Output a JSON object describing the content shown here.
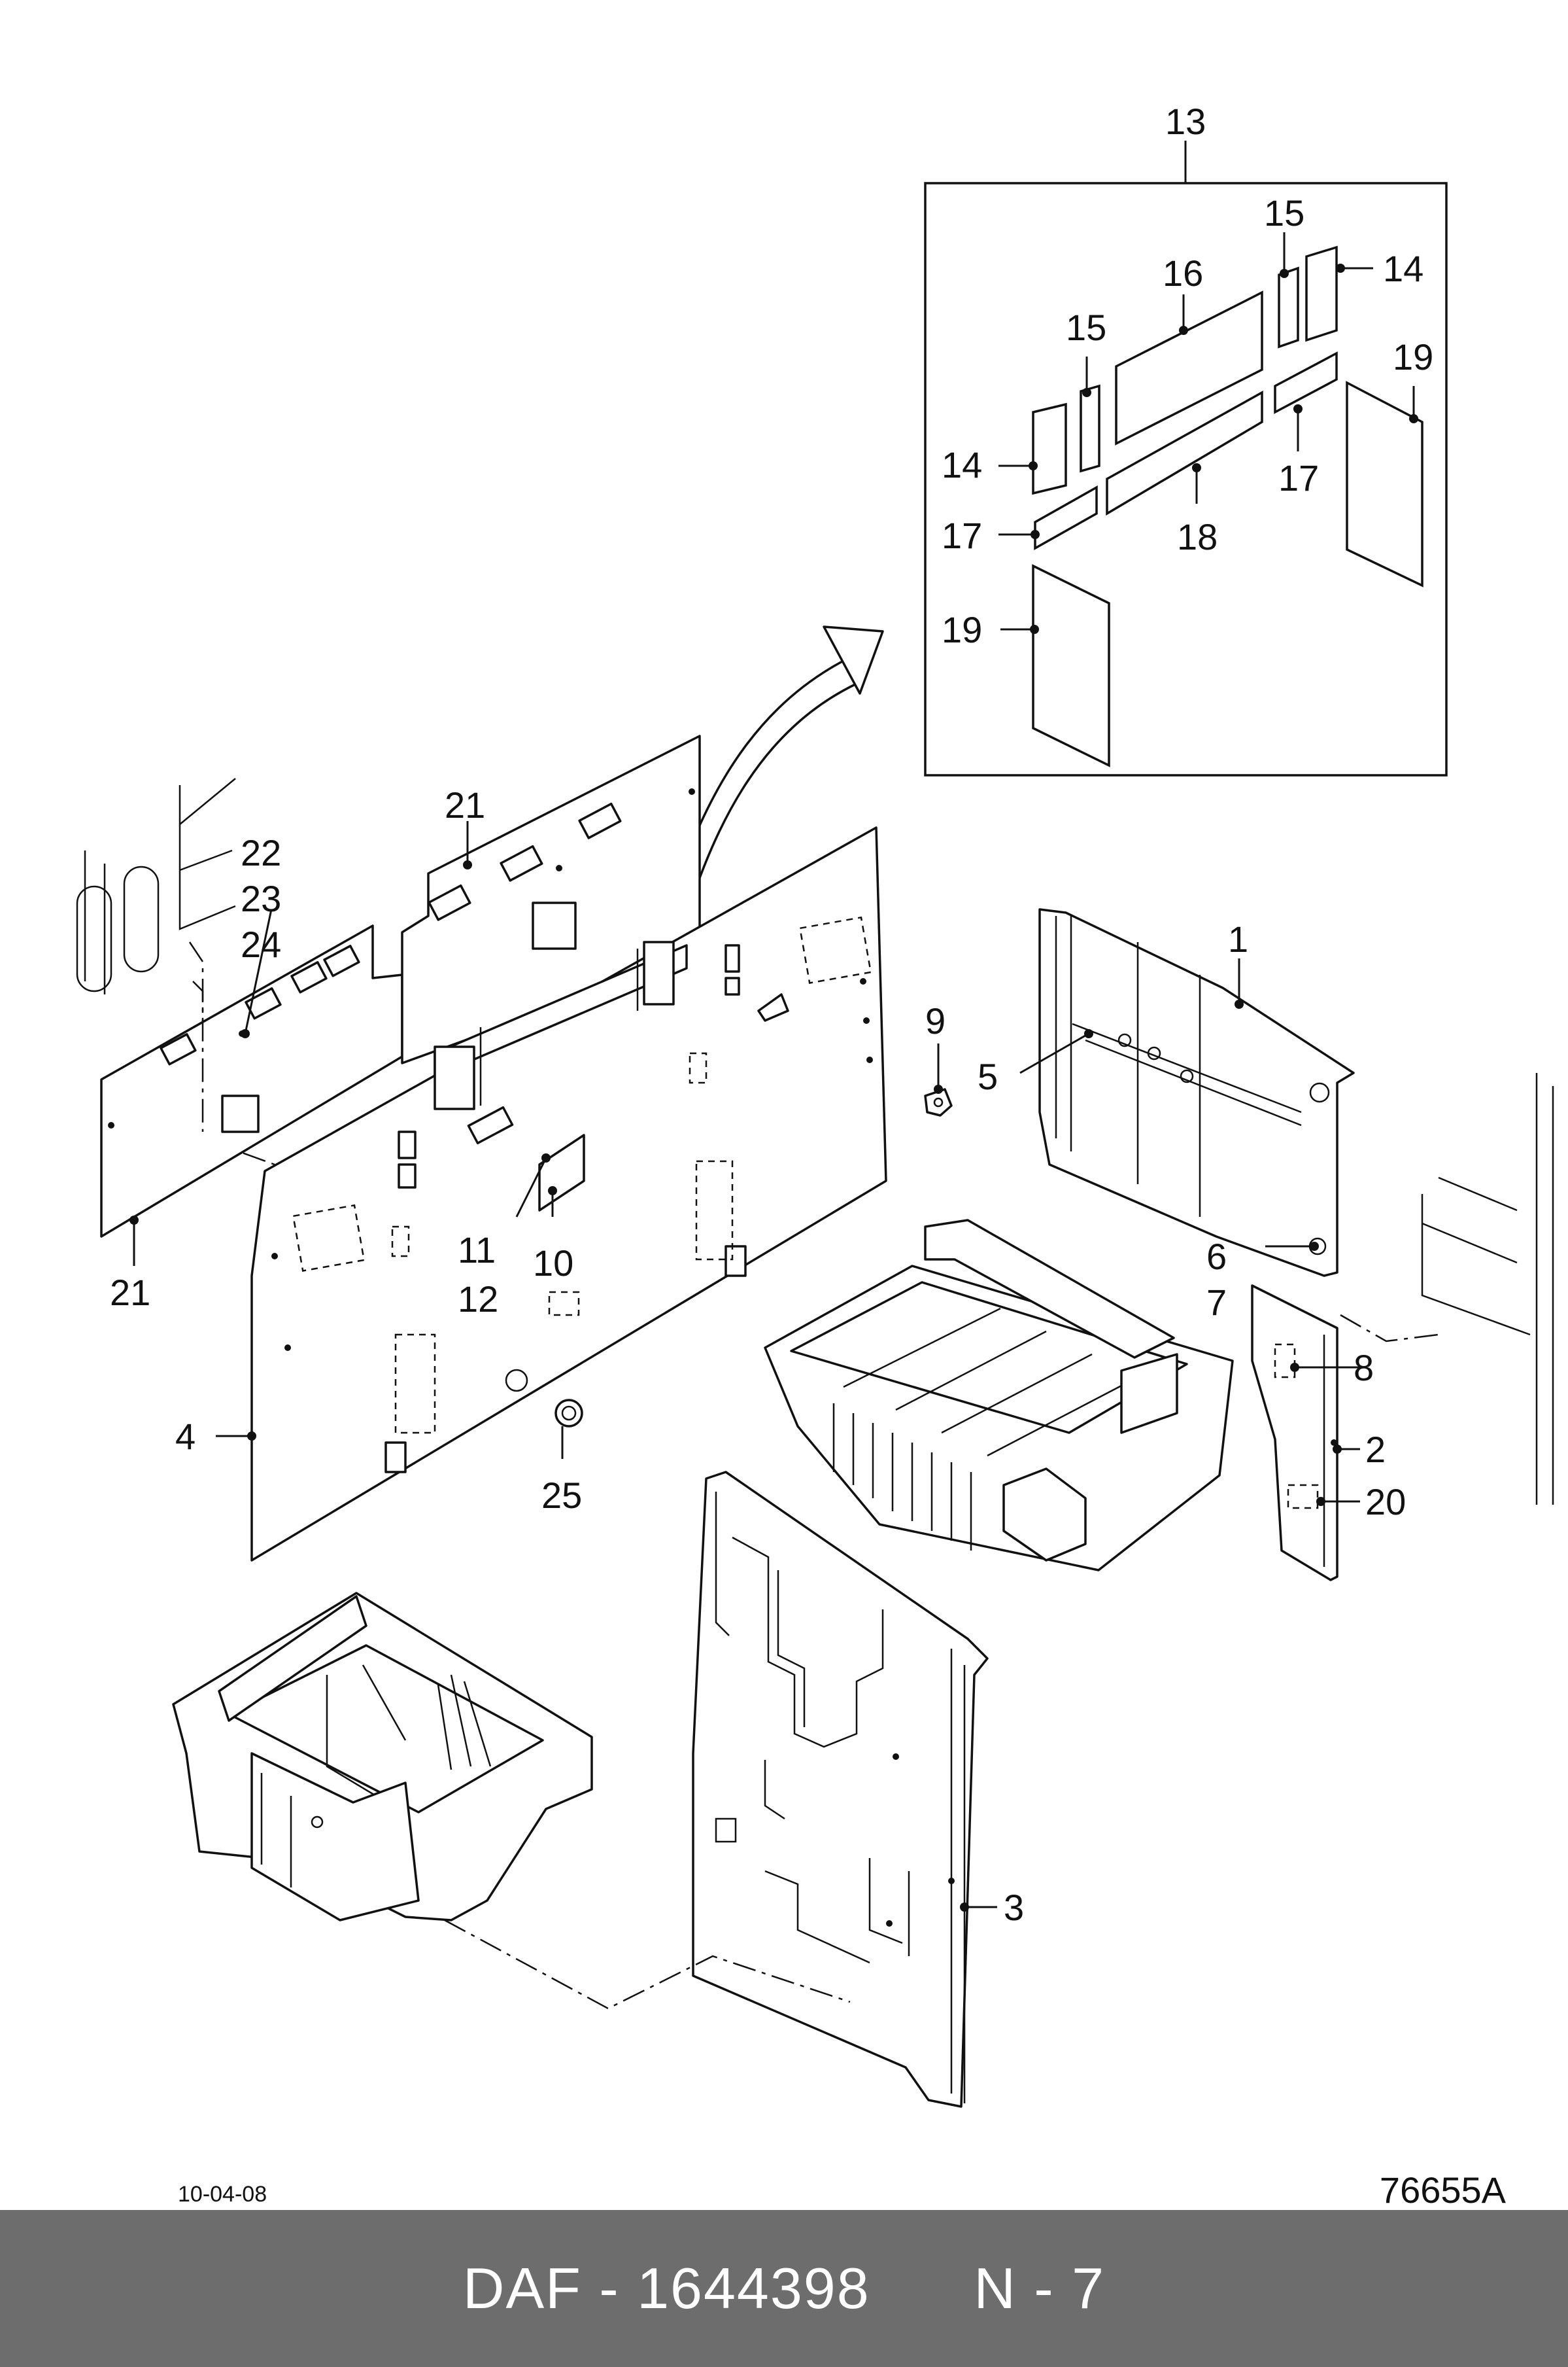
{
  "diagram": {
    "callouts": [
      "1",
      "2",
      "3",
      "4",
      "5",
      "6",
      "7",
      "8",
      "9",
      "10",
      "11",
      "12",
      "13",
      "14",
      "14",
      "15",
      "15",
      "16",
      "17",
      "17",
      "18",
      "19",
      "19",
      "20",
      "21",
      "21",
      "22",
      "23",
      "24",
      "25"
    ]
  },
  "stamps": {
    "date": "10-04-08",
    "figure_id": "76655A"
  },
  "footer": {
    "brand": "DAF",
    "separator": " - ",
    "part_number": "1644398",
    "page_ref": "N - 7"
  }
}
